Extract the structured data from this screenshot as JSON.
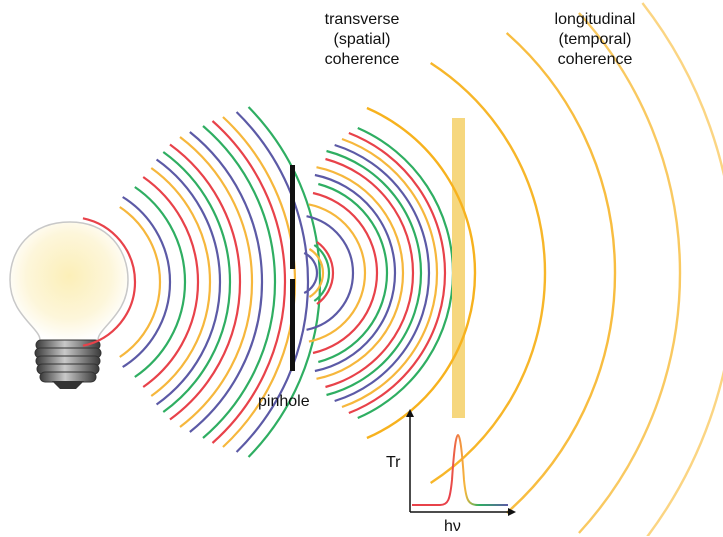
{
  "labels": {
    "transverse": [
      "transverse",
      "(spatial)",
      "coherence"
    ],
    "longitudinal": [
      "longitudinal",
      "(temporal)",
      "coherence"
    ],
    "pinhole": "pinhole",
    "tr": "Tr",
    "hv": "hν"
  },
  "colors": {
    "red": "#e8424a",
    "orange": "#f6b73c",
    "green": "#2fae62",
    "blue": "#5c5aa6",
    "yellow_wave": "#f7b21e",
    "filter": "#f6d77e",
    "bulb_glow": "#fbf2c8",
    "pinhole": "#111111"
  },
  "icons": [
    "light-bulb-icon",
    "pinhole-screen-icon",
    "filter-bar-icon",
    "transmission-spectrum-icon"
  ]
}
